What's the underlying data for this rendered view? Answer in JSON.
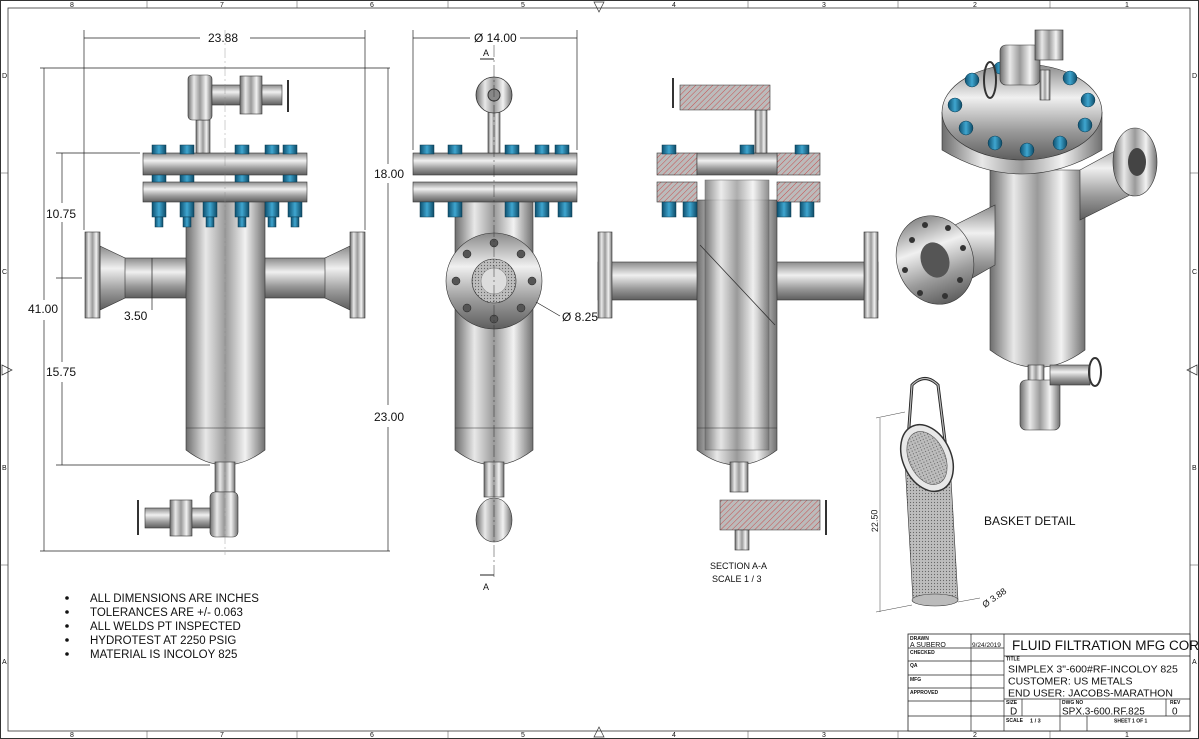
{
  "sheet": {
    "zones_top": [
      "8",
      "7",
      "6",
      "5",
      "4",
      "3",
      "2",
      "1"
    ],
    "zones_side": [
      "D",
      "C",
      "B",
      "A"
    ],
    "section_marker": "A"
  },
  "dimensions": {
    "overall_width": "23.88",
    "flange_diameter": "Ø 14.00",
    "flange_height": "18.00",
    "upper": "10.75",
    "overall_height": "41.00",
    "nozzle": "3.50",
    "lower": "15.75",
    "body_length": "23.00",
    "nozzle_flange_diameter": "Ø 8.25",
    "basket_length": "22.50",
    "basket_diameter": "Ø 3.88"
  },
  "labels": {
    "section_title": "SECTION A-A",
    "section_scale": "SCALE 1 / 3",
    "basket_detail": "BASKET DETAIL"
  },
  "notes": [
    "ALL DIMENSIONS ARE INCHES",
    "TOLERANCES ARE +/- 0.063",
    "ALL WELDS PT INSPECTED",
    "HYDROTEST AT 2250 PSIG",
    "MATERIAL IS INCOLOY 825"
  ],
  "title_block": {
    "drawn_label": "DRAWN",
    "drawn_by": "A SUBERO",
    "drawn_date": "9/24/2019",
    "checked_label": "CHECKED",
    "qa_label": "QA",
    "mfg_label": "MFG",
    "approved_label": "APPROVED",
    "company": "FLUID FILTRATION MFG CORP",
    "title_label": "TITLE",
    "title_line1": "SIMPLEX 3\"-600#RF-INCOLOY 825",
    "title_line2": "CUSTOMER: US METALS",
    "title_line3": "END USER: JACOBS-MARATHON",
    "size_label": "SIZE",
    "size": "D",
    "dwg_label": "DWG NO",
    "dwg_no": "SPX.3-600.RF.825",
    "rev_label": "REV",
    "rev": "0",
    "scale_label": "SCALE",
    "scale": "1 / 3",
    "sheet": "SHEET 1  OF 1"
  },
  "colors": {
    "bolt": "#1f7fa8",
    "steel": "#b8b8b8"
  }
}
